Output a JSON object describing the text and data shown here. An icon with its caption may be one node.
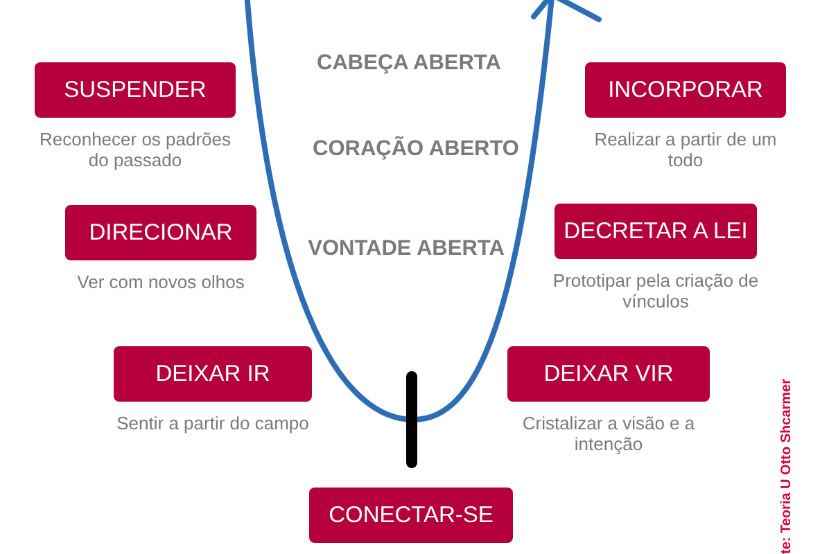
{
  "diagram": {
    "nodes": [
      {
        "text": [
          "SUSPENDER"
        ],
        "beside": [
          "Reconhecer os padrões do passado"
        ]
      },
      {
        "text": [
          "INCORPORAR"
        ],
        "beside": [
          "Realizar a partir de um todo"
        ]
      },
      {
        "text": [
          "DIRECIONAR"
        ],
        "beside": [
          "Ver com novos olhos"
        ]
      },
      {
        "text": [
          "DECRETAR A LEI"
        ],
        "beside": [
          "Prototipar pela criação de vínculos"
        ]
      },
      {
        "text": [
          "DEIXAR IR"
        ],
        "beside": [
          "Sentir a partir do campo"
        ]
      },
      {
        "text": [
          "DEIXAR VIR"
        ],
        "beside": [
          "Cristalizar a visão e a intenção"
        ]
      },
      {
        "text": [
          "CONECTAR-SE"
        ]
      }
    ],
    "labels": [
      "CABEÇA ABERTA",
      "CORAÇÃO ABERTO",
      "VONTADE ABERTA",
      "te: Teoria U  Otto Shcarmer"
    ]
  }
}
